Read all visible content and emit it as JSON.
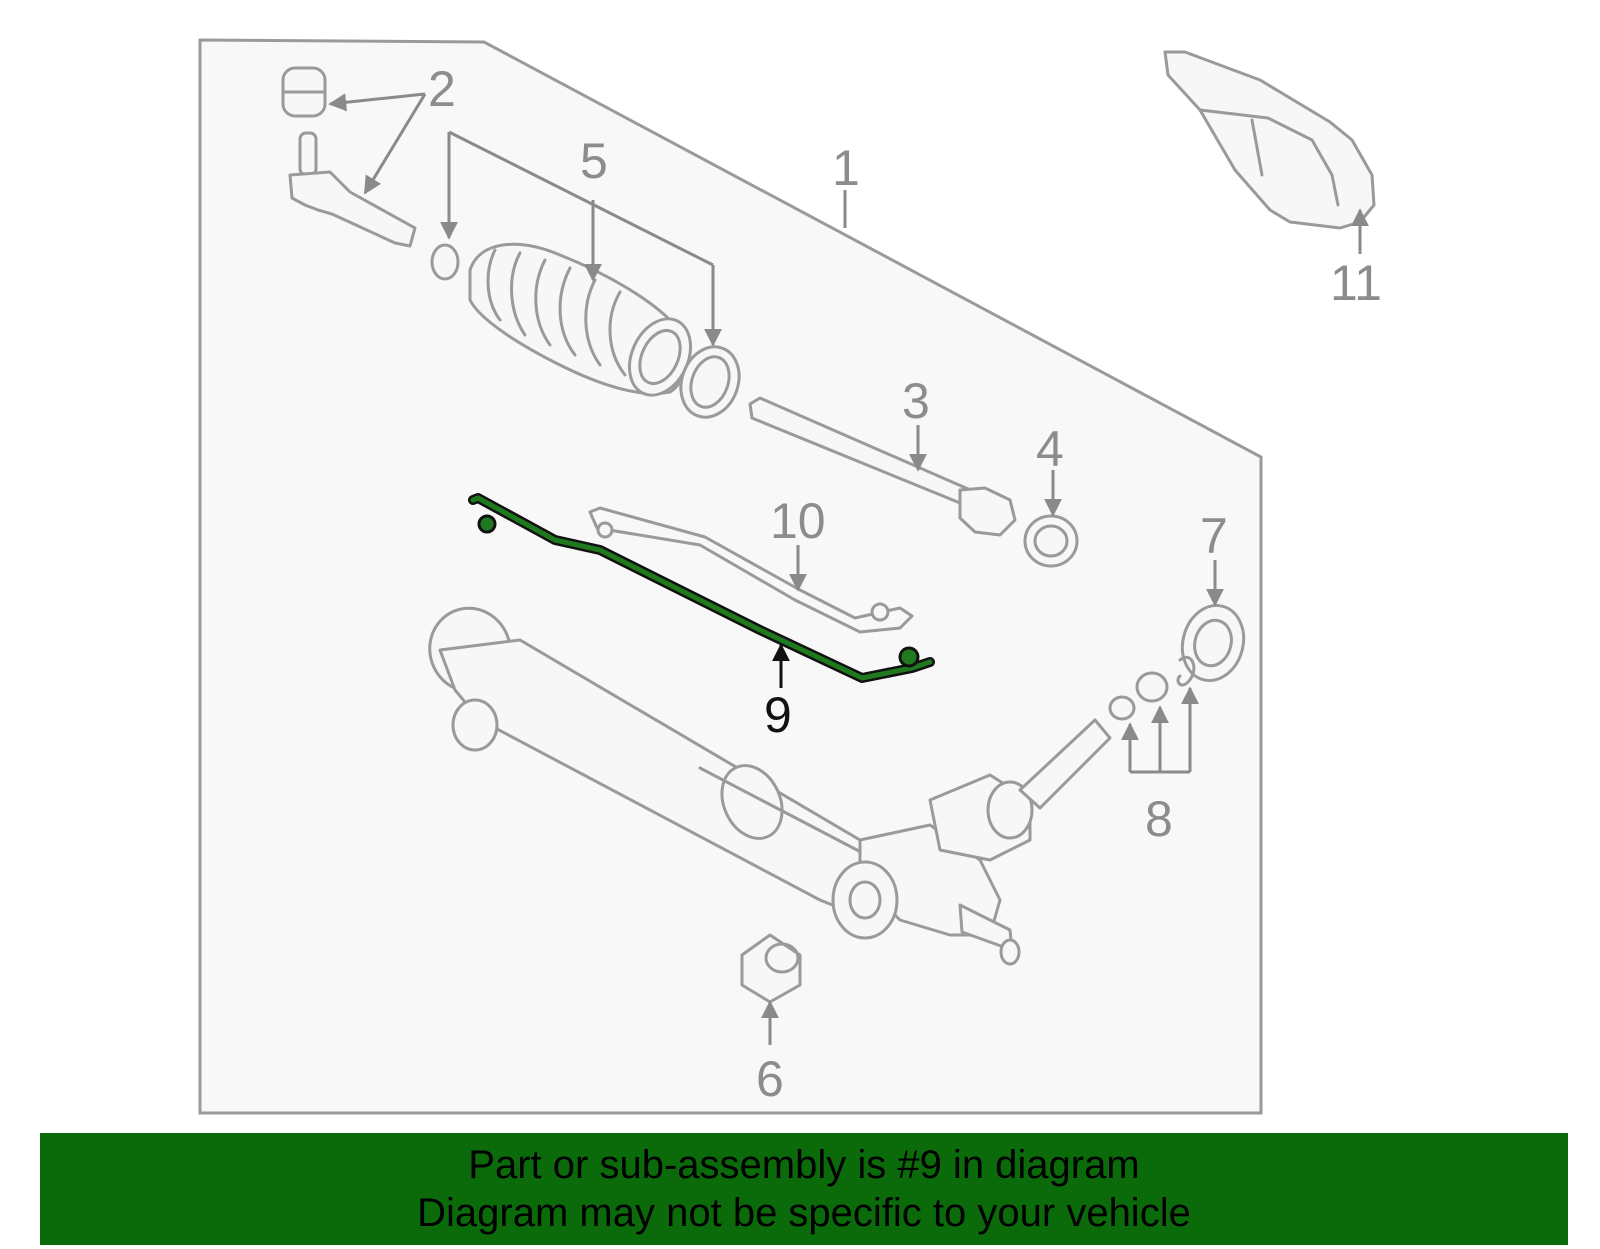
{
  "callouts": {
    "c1": "1",
    "c2": "2",
    "c3": "3",
    "c4": "4",
    "c5": "5",
    "c6": "6",
    "c7": "7",
    "c8": "8",
    "c9": "9",
    "c10": "10",
    "c11": "11"
  },
  "highlighted_part": "9",
  "colors": {
    "banner_bg": "#0b6b0b",
    "highlight_part": "#1f7a1f",
    "line_art": "#9a9a9a",
    "panel_fill": "#f7f7f7"
  },
  "banner": {
    "line1": "Part or sub-assembly is #9 in diagram",
    "line2": "Diagram may not be specific to your vehicle"
  }
}
